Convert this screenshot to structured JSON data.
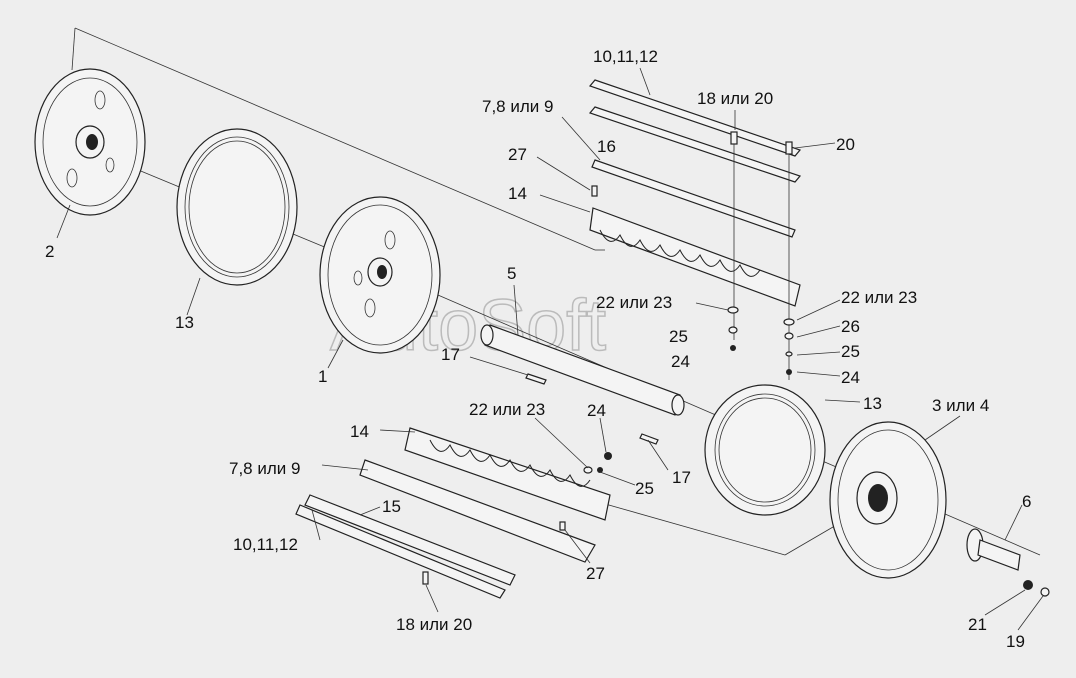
{
  "watermark": "AutoSoft",
  "labels": {
    "l2": "2",
    "l13a": "13",
    "l1": "1",
    "l5": "5",
    "l17a": "17",
    "l1011a": "10,11,12",
    "l789a": "7,8 или 9",
    "l18a": "18 или 20",
    "l16": "16",
    "l27a": "27",
    "l20": "20",
    "l14a": "14",
    "l2223a": "22 или 23",
    "l25a": "25",
    "l24a": "24",
    "l2223b": "22 или 23",
    "l26": "26",
    "l25b": "25",
    "l24b": "24",
    "l13b": "13",
    "l34": "3 или 4",
    "l14b": "14",
    "l2223c": "22 или 23",
    "l24c": "24",
    "l789b": "7,8 или 9",
    "l25c": "25",
    "l17b": "17",
    "l15": "15",
    "l1011b": "10,11,12",
    "l27b": "27",
    "l18b": "18 или 20",
    "l6": "6",
    "l21": "21",
    "l19": "19"
  }
}
